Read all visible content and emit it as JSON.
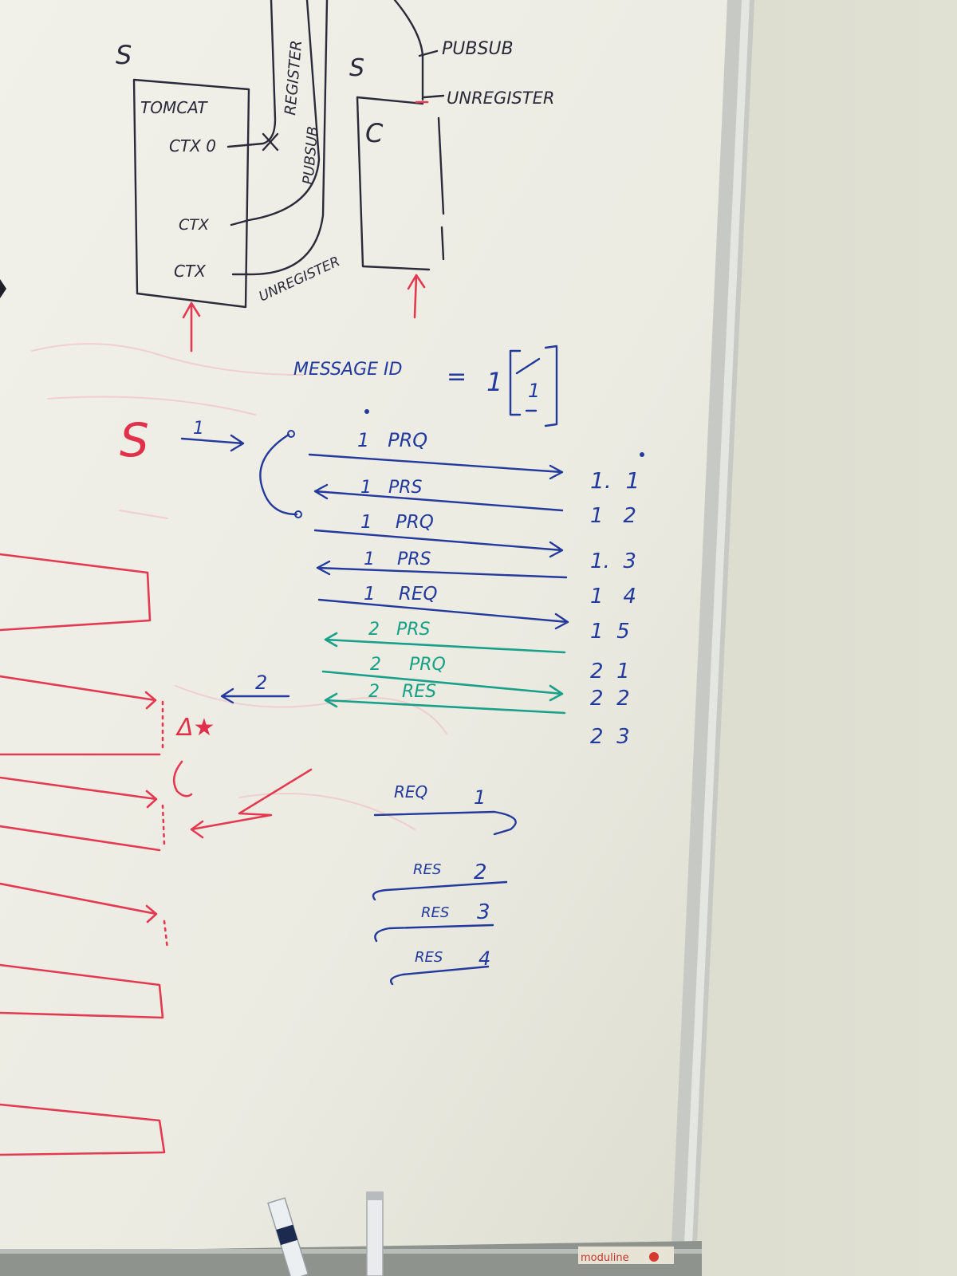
{
  "whiteboard": {
    "architecture": {
      "left_box_marker": "S",
      "right_box_marker": "S",
      "tomcat_label": "TOMCAT",
      "ctx_labels": [
        "CTX 0",
        "CTX",
        "CTX"
      ],
      "right_box_label": "C",
      "register_label": "REGISTER",
      "pubsub_vertical_label": "PUBSUB",
      "unregister_curve_label": "UNREGISTER",
      "pubsub_label": "PUBSUB",
      "unregister_label": "UNREGISTER"
    },
    "message_id": {
      "label": "MESSAGE ID",
      "equals": "=",
      "value_prefix": "1",
      "value_bracket": "1"
    },
    "sequence": {
      "s_marker": "S",
      "start_arrow_label": "1",
      "return_arrow_label": "2",
      "messages": [
        {
          "label": "1   PRQ",
          "color": "#233a9c",
          "direction": "right",
          "ids": "1.  1"
        },
        {
          "label": "1   PRS",
          "color": "#233a9c",
          "direction": "left",
          "ids": "1   2"
        },
        {
          "label": "1    PRQ",
          "color": "#233a9c",
          "direction": "right",
          "ids": "1.  3"
        },
        {
          "label": "1    PRS",
          "color": "#233a9c",
          "direction": "left",
          "ids": "1   4"
        },
        {
          "label": "1    REQ",
          "color": "#233a9c",
          "direction": "right",
          "ids": "1  5"
        },
        {
          "label": "2   PRS",
          "color": "#19a08a",
          "direction": "left",
          "ids": "2  1"
        },
        {
          "label": "2     PRQ",
          "color": "#19a08a",
          "direction": "right",
          "ids": "2  2"
        },
        {
          "label": "2    RES",
          "color": "#19a08a",
          "direction": "left",
          "ids": "2  3"
        }
      ]
    },
    "req_res": [
      {
        "label": "REQ",
        "number": "1",
        "direction": "right"
      },
      {
        "label": "RES",
        "number": "2",
        "direction": "left"
      },
      {
        "label": "RES",
        "number": "3",
        "direction": "left"
      },
      {
        "label": "RES",
        "number": "4",
        "direction": "left"
      }
    ],
    "red_marks": {
      "delta_label": "Δ★"
    },
    "frame_brand": "moduline"
  }
}
